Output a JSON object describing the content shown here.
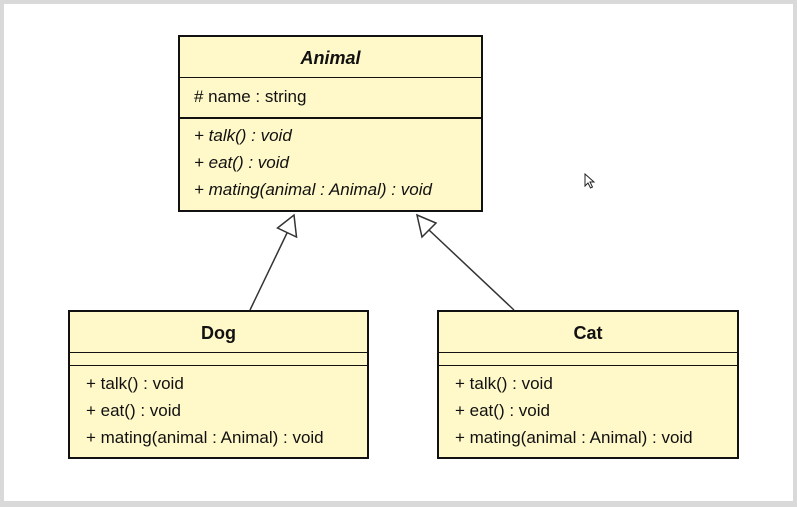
{
  "diagram": {
    "classes": {
      "animal": {
        "name": "Animal",
        "attributes": [
          "# name : string"
        ],
        "operations": [
          "+ talk() : void",
          "+ eat() : void",
          "+ mating(animal : Animal) : void"
        ]
      },
      "dog": {
        "name": "Dog",
        "attributes": [],
        "operations": [
          "+ talk() : void",
          "+ eat() : void",
          "+ mating(animal : Animal) : void"
        ]
      },
      "cat": {
        "name": "Cat",
        "attributes": [],
        "operations": [
          "+ talk() : void",
          "+ eat() : void",
          "+ mating(animal : Animal) : void"
        ]
      }
    },
    "relations": [
      {
        "type": "generalization",
        "from": "Dog",
        "to": "Animal"
      },
      {
        "type": "generalization",
        "from": "Cat",
        "to": "Animal"
      }
    ],
    "colors": {
      "class_fill": "#fff8c8",
      "border": "#111111",
      "canvas": "#ffffff"
    },
    "icons": [
      "mouse-pointer-icon"
    ]
  }
}
